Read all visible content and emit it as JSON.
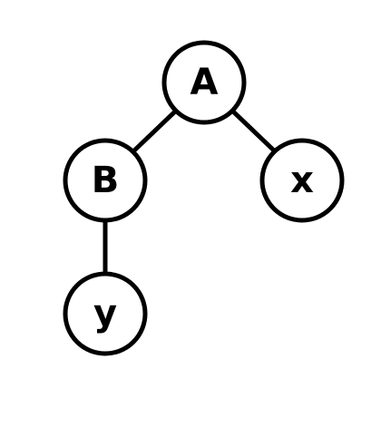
{
  "nodes": {
    "a": {
      "label": "A"
    },
    "b": {
      "label": "B"
    },
    "x": {
      "label": "x"
    },
    "y": {
      "label": "y"
    }
  }
}
